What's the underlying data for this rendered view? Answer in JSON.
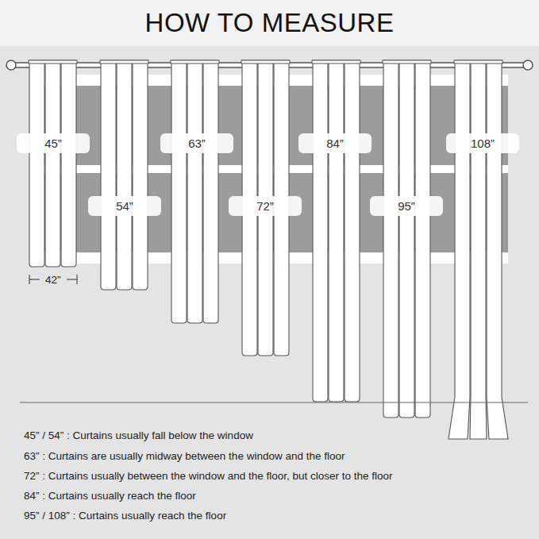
{
  "diagram": {
    "title": "HOW TO MEASURE",
    "nodes": [
      {
        "text": [
          "45”"
        ]
      },
      {
        "text": [
          "54”"
        ]
      },
      {
        "text": [
          "63”"
        ]
      },
      {
        "text": [
          "72”"
        ]
      },
      {
        "text": [
          "84”"
        ]
      },
      {
        "text": [
          "95”"
        ]
      },
      {
        "text": [
          "108”"
        ]
      }
    ],
    "labels": [
      "42”",
      "45” / 54” : Curtains usually fall below the window",
      "63” : Curtains are usually midway between the window and the floor",
      "72” : Curtains usually between the window and the floor, but closer to the floor",
      "84” : Curtains usually reach the floor",
      "95” / 108” : Curtains usually reach the floor"
    ]
  }
}
